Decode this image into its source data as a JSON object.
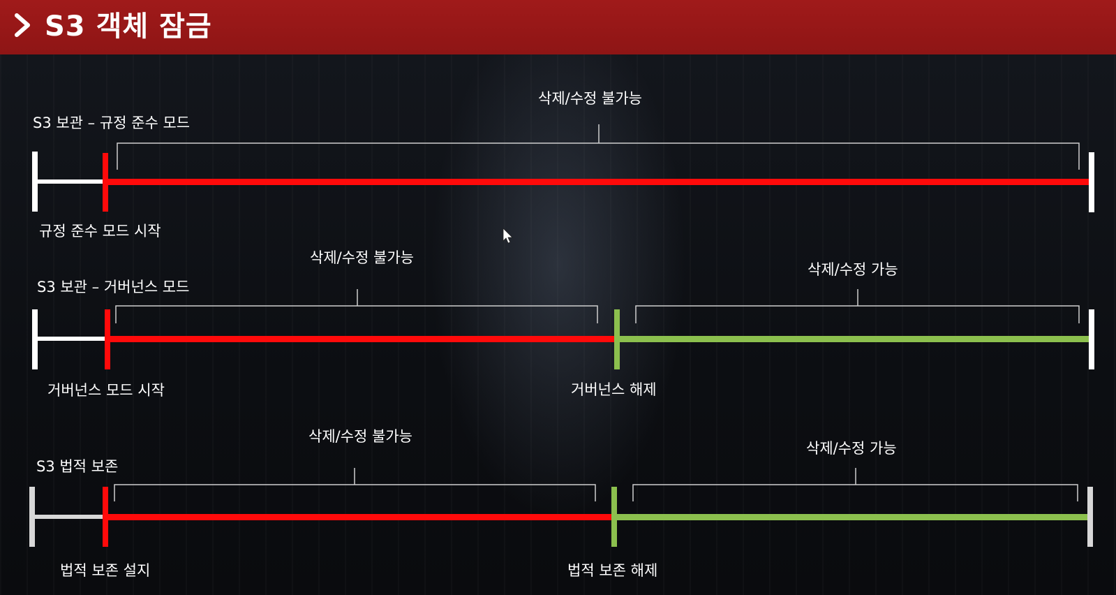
{
  "header": {
    "title": "S3 객체 잠금",
    "icon": "chevron-right-icon"
  },
  "colors": {
    "title_bar": "#9a1818",
    "locked": "#ff0a0a",
    "unlocked": "#8cc04e",
    "neutral": "#ffffff"
  },
  "rows": [
    {
      "mode_label": "S3 보관 – 규정 준수 모드",
      "start_label": "규정 준수 모드 시작",
      "locked_label": "삭제/수정 불가능"
    },
    {
      "mode_label": "S3 보관 – 거버넌스 모드",
      "start_label": "거버넌스 모드 시작",
      "release_label": "거버넌스 해제",
      "locked_label": "삭제/수정 불가능",
      "unlocked_label": "삭제/수정 가능"
    },
    {
      "mode_label": "S3 법적 보존",
      "start_label": "법적 보존 설지",
      "release_label": "법적 보존 해제",
      "locked_label": "삭제/수정 불가능",
      "unlocked_label": "삭제/수정 가능"
    }
  ]
}
